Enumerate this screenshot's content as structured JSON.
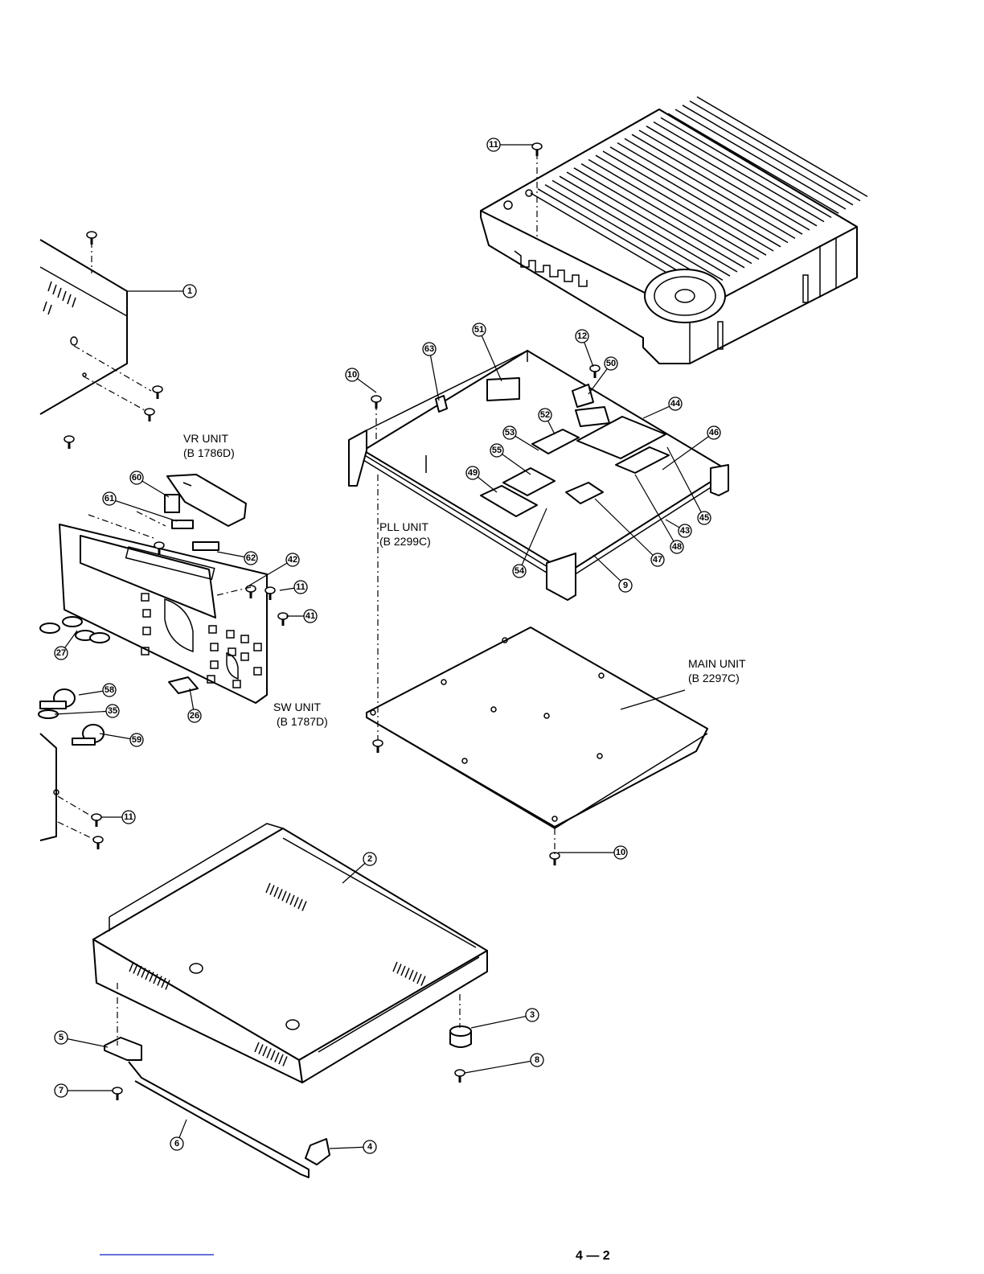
{
  "units": {
    "vr": {
      "name": "VR UNIT",
      "code": "(B 1786D)"
    },
    "pll": {
      "name": "PLL UNIT",
      "code": "(B 2299C)"
    },
    "sw": {
      "name": "SW UNIT",
      "code": "(B 1787D)"
    },
    "main": {
      "name": "MAIN UNIT",
      "code": "(B 2297C)"
    }
  },
  "callouts": [
    "1",
    "2",
    "3",
    "4",
    "5",
    "6",
    "7",
    "8",
    "9",
    "10",
    "10",
    "11",
    "11",
    "11",
    "12",
    "26",
    "27",
    "35",
    "41",
    "42",
    "43",
    "44",
    "45",
    "46",
    "47",
    "48",
    "49",
    "50",
    "51",
    "52",
    "53",
    "54",
    "55",
    "58",
    "59",
    "60",
    "61",
    "62",
    "63"
  ],
  "page_number": "4 — 2",
  "colors": {
    "ink": "#000000",
    "paper": "#ffffff",
    "footer_link": "#3344cc"
  }
}
